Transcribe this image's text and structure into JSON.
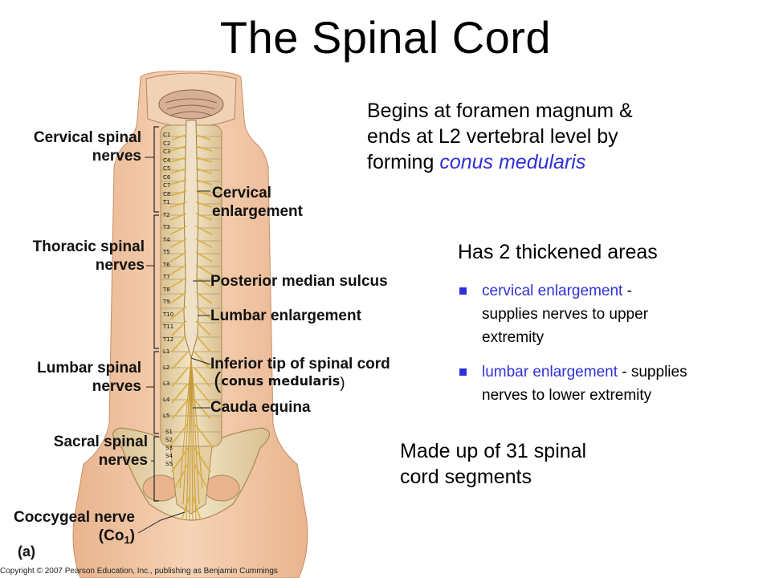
{
  "slide": {
    "title": "The Spinal Cord"
  },
  "figure": {
    "labels": {
      "cervical_spinal_nerves": [
        "Cervical spinal",
        "nerves"
      ],
      "thoracic_spinal_nerves": [
        "Thoracic spinal",
        "nerves"
      ],
      "lumbar_spinal_nerves": [
        "Lumbar spinal",
        "nerves"
      ],
      "sacral_spinal_nerves": [
        "Sacral spinal",
        "nerves"
      ],
      "coccygeal_nerve": "Coccygeal nerve",
      "coccygeal_abbrev": "(Co",
      "coccygeal_sub": "1",
      "coccygeal_close": ")",
      "cervical_enlargement": [
        "Cervical",
        "enlargement"
      ],
      "posterior_median_sulcus": "Posterior median sulcus",
      "lumbar_enlargement": "Lumbar enlargement",
      "inferior_tip": "Inferior tip of spinal cord",
      "conus_open": "(",
      "conus_medularis": "conus medularis",
      "conus_close": ")",
      "cauda_equina": "Cauda equina",
      "panel": "(a)"
    },
    "segment_labels": [
      "C1",
      "C2",
      "C3",
      "C4",
      "C5",
      "C6",
      "C7",
      "C8",
      "T1",
      "T2",
      "T3",
      "T4",
      "T5",
      "T6",
      "T7",
      "T8",
      "T9",
      "T10",
      "T11",
      "T12",
      "L1",
      "L2",
      "L3",
      "L4",
      "L5",
      "S1",
      "S2",
      "S3",
      "S4",
      "S5"
    ],
    "copyright": "Copyright © 2007 Pearson Education, Inc., publishing as Benjamin Cummings"
  },
  "text": {
    "begins_line1": "Begins at foramen magnum &",
    "begins_line2": "ends at L2 vertebral level by",
    "begins_line3_prefix": "forming ",
    "begins_line3_highlight": "conus medularis",
    "thickened_heading": "Has 2 thickened areas",
    "bullets": [
      {
        "highlight": "cervical enlargement",
        "rest_1": " -",
        "rest_2": "supplies nerves to upper",
        "rest_3": "extremity"
      },
      {
        "highlight": "lumbar enlargement",
        "rest_1": " - supplies",
        "rest_2": "nerves to lower extremity"
      }
    ],
    "madeup_line1": "Made up of 31 spinal",
    "madeup_line2": "cord segments"
  },
  "colors": {
    "highlight_blue": "#3030d8",
    "skin": "#f3c9a8",
    "bone": "#e9d6b0",
    "nerve": "#d8b24a"
  }
}
